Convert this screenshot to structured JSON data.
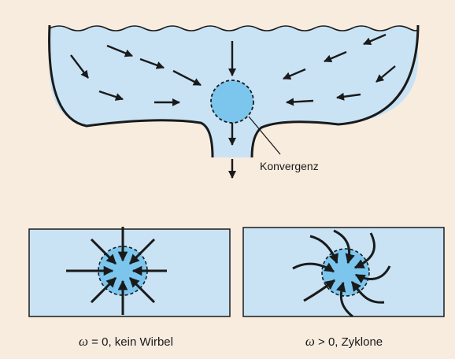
{
  "labels": {
    "convergence": "Konvergenz"
  },
  "captions": {
    "left": {
      "symbol": "ω",
      "text": " = 0, kein Wirbel"
    },
    "right": {
      "symbol": "ω",
      "text": " > 0, Zyklone"
    }
  },
  "colors": {
    "background": "#f8ecdf",
    "water": "#c9e3f5",
    "center": "#7cc6ee",
    "stroke": "#1a1a1a"
  }
}
